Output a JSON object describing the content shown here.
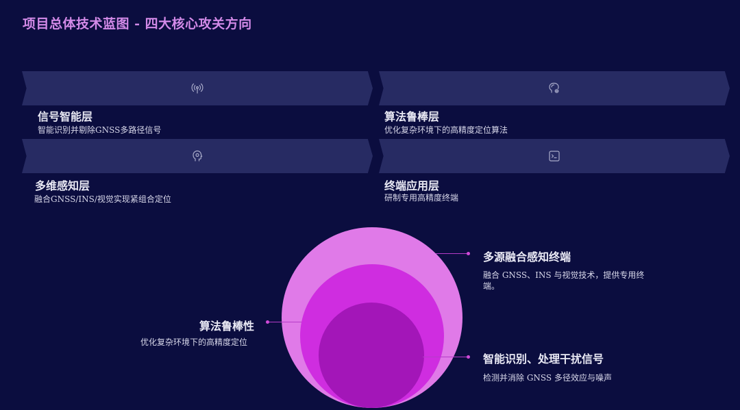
{
  "title": "项目总体技术蓝图 - 四大核心攻关方向",
  "layers": [
    {
      "icon": "signal-antenna-icon",
      "title": "信号智能层",
      "desc": "智能识别并剔除GNSS多路径信号"
    },
    {
      "icon": "brain-gear-icon",
      "title": "算法鲁棒层",
      "desc": "优化复杂环境下的高精度定位算法"
    },
    {
      "icon": "head-sensor-icon",
      "title": "多维感知层",
      "desc": "融合GNSS/INS/视觉实现紧组合定位"
    },
    {
      "icon": "terminal-window-icon",
      "title": "终端应用层",
      "desc": "研制专用高精度终端"
    }
  ],
  "callouts": {
    "outer": {
      "title": "多源融合感知终端",
      "desc": "融合 GNSS、INS 与视觉技术，提供专用终端。"
    },
    "middle": {
      "title": "算法鲁棒性",
      "desc": "优化复杂环境下的高精度定位"
    },
    "inner": {
      "title": "智能识别、处理干扰信号",
      "desc": "检测并消除 GNSS 多径效应与噪声"
    }
  },
  "colors": {
    "background": "#0b0d3f",
    "chevron": "#272b63",
    "title": "#d38ae8",
    "circle_outer": "#e07ae8",
    "circle_middle": "#cf2de0",
    "circle_inner": "#a316b8"
  }
}
